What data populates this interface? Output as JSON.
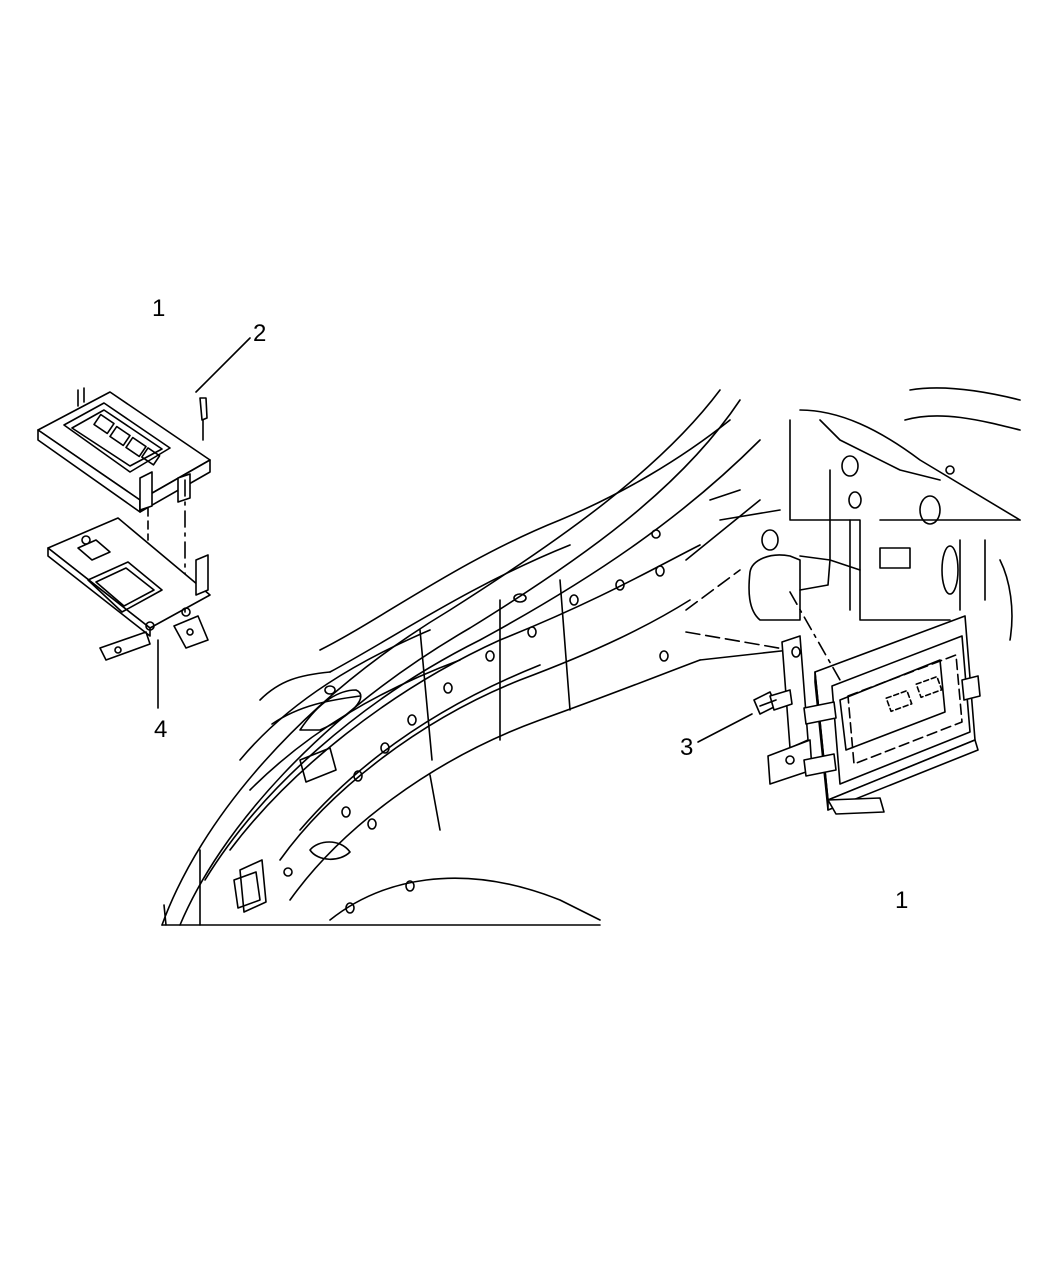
{
  "diagram": {
    "background": "#ffffff",
    "line_color": "#000000",
    "callouts": {
      "module_top": "1",
      "screw": "2",
      "bolt": "3",
      "bracket": "4",
      "module_installed": "1"
    }
  }
}
